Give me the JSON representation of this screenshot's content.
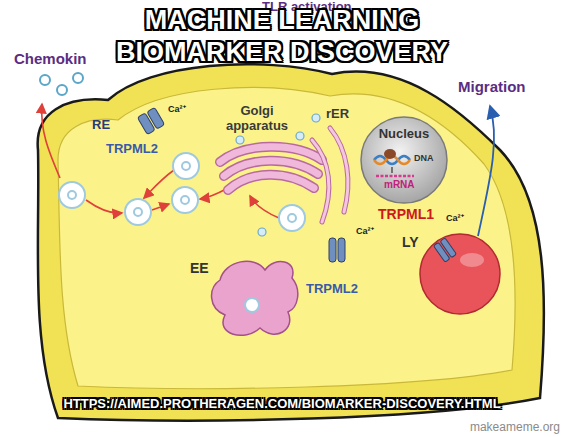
{
  "diagram": {
    "title": "MACHINE LEARNING BIOMARKER DISCOVERY",
    "caption": "HTTPS://AIMED.PROTHERAGEN.COM/BIOMARKER-DISCOVERY.HTML",
    "nodes": [
      {
        "text": [
          "Nucleus",
          "DNA",
          "mRNA"
        ]
      },
      {
        "text": [
          "LY"
        ]
      },
      {
        "text": [
          "EE"
        ]
      }
    ],
    "labels": [
      "TLR activation",
      "Chemokin",
      "Migration",
      "RE",
      "TRPML2",
      "Ca²⁺",
      "Golgi apparatus",
      "rER",
      "TRPML1",
      "Ca²⁺",
      "Ca²⁺",
      "TRPML2",
      "makeameme.org"
    ]
  }
}
